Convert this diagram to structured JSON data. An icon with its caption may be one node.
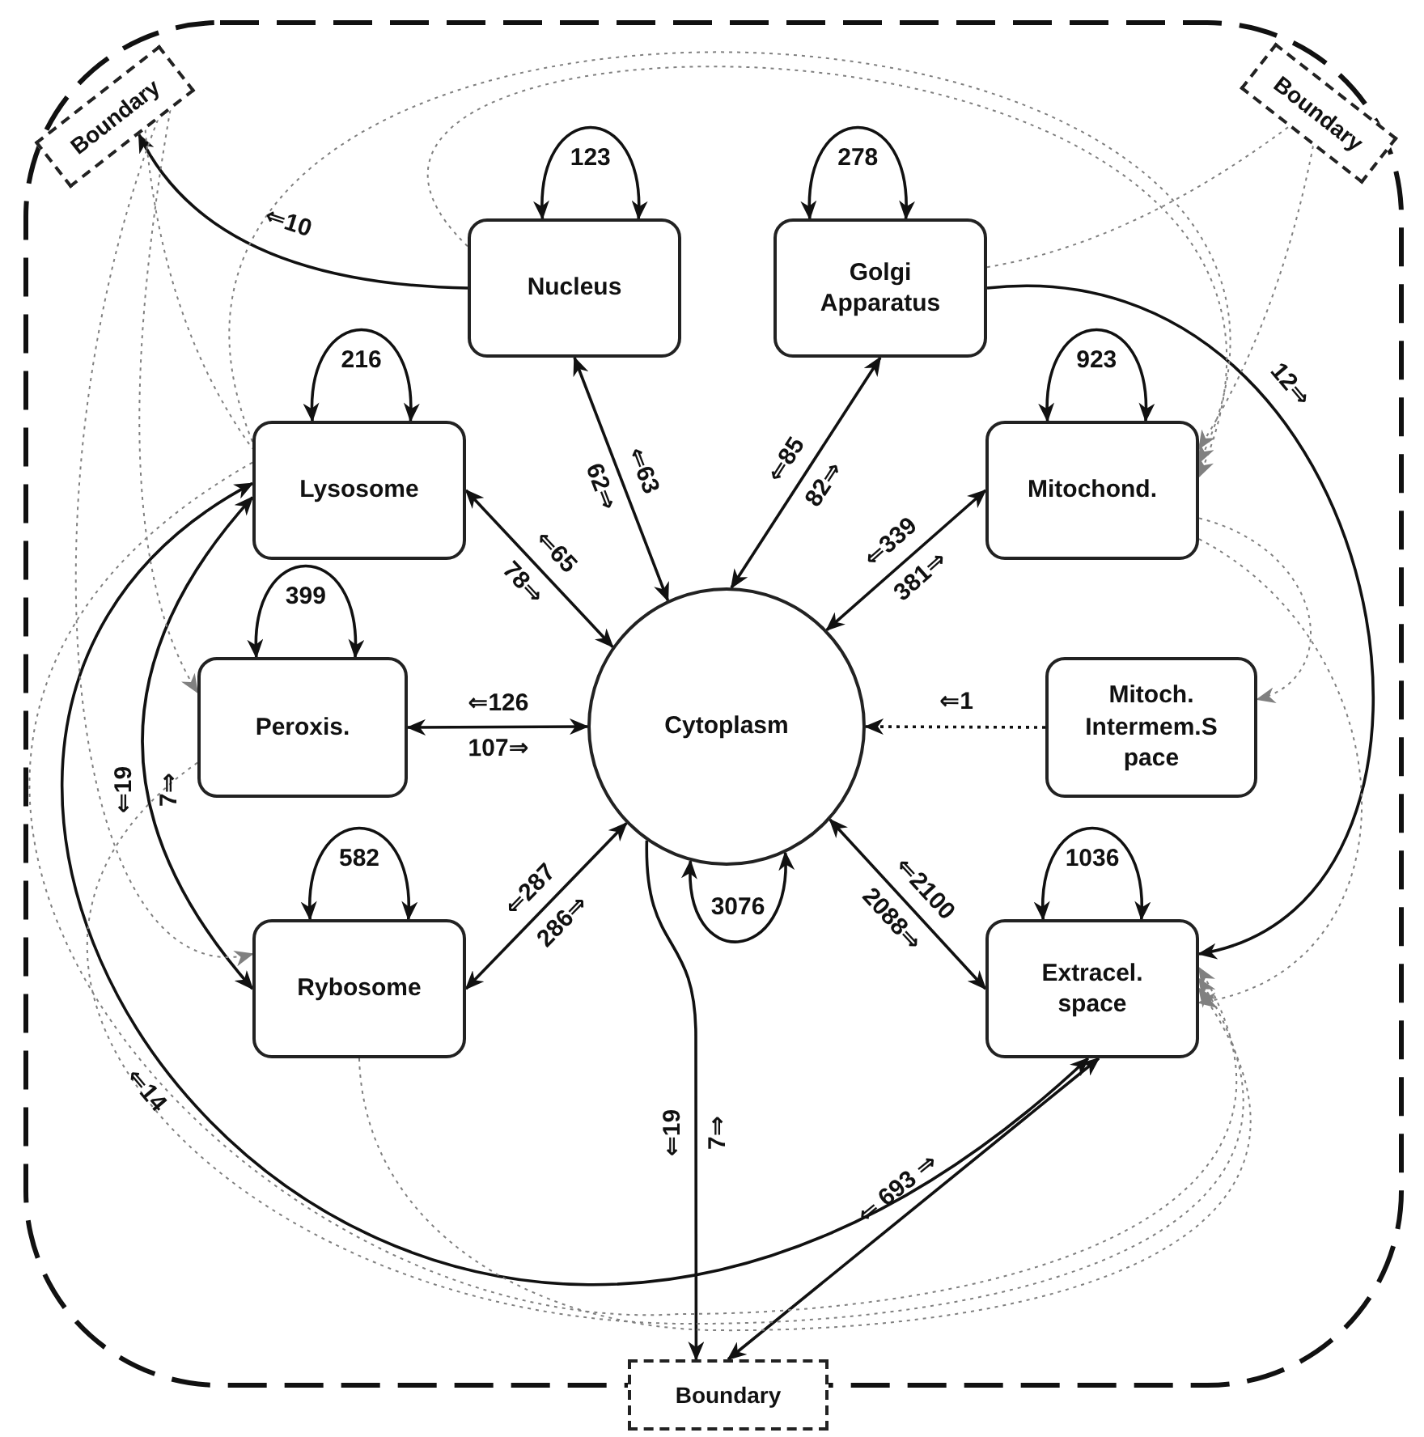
{
  "diagram": {
    "nodes": [
      {
        "text": [
          "Boundary"
        ]
      },
      {
        "text": [
          "Boundary"
        ]
      },
      {
        "text": [
          "Nucleus"
        ]
      },
      {
        "text": [
          "Golgi Apparatus"
        ]
      },
      {
        "text": [
          "Lysosome"
        ]
      },
      {
        "text": [
          "Mitochond."
        ]
      },
      {
        "text": [
          "Peroxis."
        ]
      },
      {
        "text": [
          "Cytoplasm"
        ]
      },
      {
        "text": [
          "Mitoch. Intermem.S pace"
        ]
      },
      {
        "text": [
          "Rybosome"
        ]
      },
      {
        "text": [
          "Extracel. space"
        ]
      },
      {
        "text": [
          "Boundary"
        ]
      }
    ],
    "edges": [
      {
        "from": 2,
        "to": 2,
        "arrow": "both",
        "label": "123"
      },
      {
        "from": 3,
        "to": 3,
        "arrow": "both",
        "label": "278"
      },
      {
        "from": 4,
        "to": 4,
        "arrow": "both",
        "label": "216"
      },
      {
        "from": 5,
        "to": 5,
        "arrow": "both",
        "label": "923"
      },
      {
        "from": 6,
        "to": 6,
        "arrow": "both",
        "label": "399"
      },
      {
        "from": 9,
        "to": 9,
        "arrow": "both",
        "label": "582"
      },
      {
        "from": 10,
        "to": 10,
        "arrow": "both",
        "label": "1036"
      },
      {
        "from": 7,
        "to": 7,
        "arrow": "both",
        "label": "3076"
      },
      {
        "from": 2,
        "to": 0,
        "arrow": "to",
        "label": "⇐10"
      },
      {
        "from": 2,
        "to": 7,
        "arrow": "both",
        "label": "⇐63 62⇒"
      },
      {
        "from": 3,
        "to": 7,
        "arrow": "both",
        "label": "⇐85 82⇒"
      },
      {
        "from": 4,
        "to": 7,
        "arrow": "both",
        "label": "⇐65 78⇒"
      },
      {
        "from": 5,
        "to": 7,
        "arrow": "both",
        "label": "⇐339 381⇒"
      },
      {
        "from": 6,
        "to": 7,
        "arrow": "both",
        "label": "⇐126 107⇒"
      },
      {
        "from": 8,
        "to": 7,
        "arrow": "to",
        "label": "⇐1",
        "style": "dashed"
      },
      {
        "from": 9,
        "to": 7,
        "arrow": "both",
        "label": "⇐287 286⇒"
      },
      {
        "from": 7,
        "to": 10,
        "arrow": "both",
        "label": "⇐2100 2088⇒"
      },
      {
        "from": 3,
        "to": 10,
        "arrow": "to",
        "label": "12⇒"
      },
      {
        "from": 4,
        "to": 9,
        "arrow": "both",
        "label": "⇐19 7⇒"
      },
      {
        "from": 4,
        "to": 10,
        "arrow": "both",
        "label": "⇐14"
      },
      {
        "from": 7,
        "to": 11,
        "arrow": "to",
        "label": "⇐19 7⇒"
      },
      {
        "from": 11,
        "to": 10,
        "arrow": "both",
        "label": "⇐ 693 ⇒"
      },
      {
        "from": 0,
        "to": 4,
        "arrow": "none",
        "style": "dashed",
        "color": "#808080"
      },
      {
        "from": 0,
        "to": 9,
        "arrow": "to",
        "style": "dashed",
        "color": "#808080"
      },
      {
        "from": 0,
        "to": 6,
        "arrow": "to",
        "style": "dashed",
        "color": "#808080"
      },
      {
        "from": 4,
        "to": 5,
        "arrow": "to",
        "style": "dashed",
        "color": "#808080"
      },
      {
        "from": 2,
        "to": 5,
        "arrow": "to",
        "style": "dashed",
        "color": "#808080"
      },
      {
        "from": 3,
        "to": 1,
        "arrow": "none",
        "style": "dashed",
        "color": "#808080"
      },
      {
        "from": 1,
        "to": 5,
        "arrow": "to",
        "style": "dashed",
        "color": "#808080"
      },
      {
        "from": 5,
        "to": 8,
        "arrow": "to",
        "style": "dashed",
        "color": "#808080"
      },
      {
        "from": 4,
        "to": 10,
        "arrow": "to",
        "style": "dashed",
        "color": "#808080"
      },
      {
        "from": 6,
        "to": 10,
        "arrow": "to",
        "style": "dashed",
        "color": "#808080"
      },
      {
        "from": 9,
        "to": 10,
        "arrow": "to",
        "style": "dashed",
        "color": "#808080"
      },
      {
        "from": 5,
        "to": 10,
        "arrow": "to",
        "style": "dashed",
        "color": "#808080"
      }
    ]
  }
}
